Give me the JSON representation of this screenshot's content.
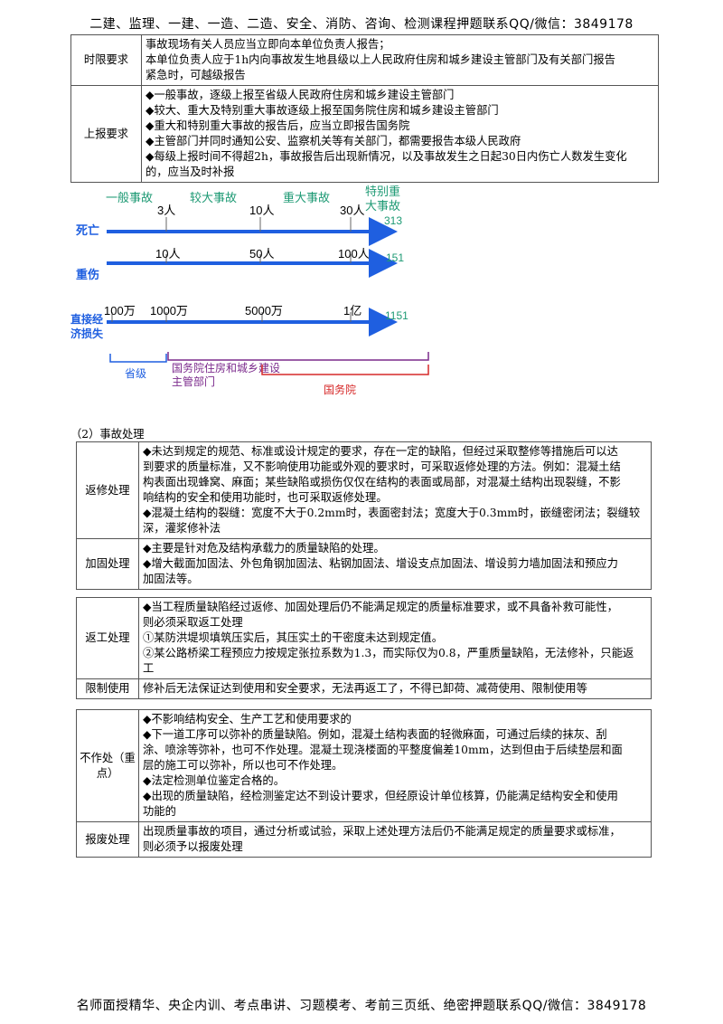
{
  "header": {
    "text": "二建、监理、一建、一造、二造、安全、消防、咨询、检测课程押题联系QQ/微信：3849178"
  },
  "footer": {
    "text": "名师面授精华、央企内训、考点串讲、习题模考、考前三页纸、绝密押题联系QQ/微信：3849178"
  },
  "table1": {
    "rows": [
      {
        "label": "时限要求",
        "lines": [
          "事故现场有关人员应当立即向本单位负责人报告；",
          "本单位负责人应于1h内向事故发生地县级以上人民政府住房和城乡建设主管部门及有关部门报告",
          "紧急时，可越级报告"
        ]
      },
      {
        "label": "上报要求",
        "lines": [
          "◆一般事故，逐级上报至省级人民政府住房和城乡建设主管部门",
          "◆较大、重大及特别重大事故逐级上报至国务院住房和城乡建设主管部门",
          "◆重大和特别重大事故的报告后，应当立即报告国务院",
          "◆主管部门并同时通知公安、监察机关等有关部门，都需要报告本级人民政府",
          "◆每级上报时间不得超2h，事故报告后出现新情况，以及事故发生之日起30日内伤亡人数发生变化",
          "的，应当及时补报"
        ]
      }
    ]
  },
  "diagram": {
    "levels": [
      "一般事故",
      "较大事故",
      "重大事故",
      "特别重",
      "大事故"
    ],
    "rows": [
      {
        "name": "死亡",
        "ticks": [
          "3人",
          "10人",
          "30人"
        ],
        "end": "313"
      },
      {
        "name": "重伤",
        "ticks": [
          "10人",
          "50人",
          "100人"
        ],
        "end": "151"
      },
      {
        "name1": "直接经",
        "name2": "济损失",
        "ticks": [
          "100万",
          "1000万",
          "5000万",
          "1亿"
        ],
        "end": "1151"
      }
    ],
    "brackets": {
      "province": "省级",
      "housing1": "国务院住房和城乡建设",
      "housing2": "主管部门",
      "council": "国务院"
    },
    "colors": {
      "blue": "#1f5fe0",
      "green": "#1e9a74",
      "purple": "#7b2a8c",
      "red": "#d62828"
    }
  },
  "section2": {
    "title": "（2）事故处理"
  },
  "table2": {
    "rows": [
      {
        "label": "返修处理",
        "lines": [
          "◆未达到规定的规范、标准或设计规定的要求，存在一定的缺陷，但经过采取整修等措施后可以达",
          "到要求的质量标准，又不影响使用功能或外观的要求时，可采取返修处理的方法。例如：混凝土结",
          "构表面出现蜂窝、麻面；某些缺陷或损伤仅仅在结构的表面或局部，对混凝土结构出现裂缝，不影",
          "响结构的安全和使用功能时，也可采取返修处理。",
          "◆混凝土结构的裂缝：宽度不大于0.2mm时，表面密封法；宽度大于0.3mm时，嵌缝密闭法；裂缝较",
          "深，灌浆修补法"
        ]
      },
      {
        "label": "加固处理",
        "lines": [
          "◆主要是针对危及结构承载力的质量缺陷的处理。",
          "◆增大截面加固法、外包角钢加固法、粘钢加固法、增设支点加固法、增设剪力墙加固法和预应力",
          "加固法等。"
        ]
      }
    ]
  },
  "table3": {
    "rows": [
      {
        "label": "返工处理",
        "lines": [
          "◆当工程质量缺陷经过返修、加固处理后仍不能满足规定的质量标准要求，或不具备补救可能性，",
          "则必须采取返工处理",
          "①某防洪堤坝填筑压实后，其压实土的干密度未达到规定值。",
          "②某公路桥梁工程预应力按规定张拉系数为1.3，而实际仅为0.8，严重质量缺陷，无法修补，只能返",
          "工"
        ]
      },
      {
        "label": "限制使用",
        "lines": [
          "修补后无法保证达到使用和安全要求，无法再返工了，不得已卸荷、减荷使用、限制使用等"
        ]
      }
    ]
  },
  "table4": {
    "rows": [
      {
        "label1": "不作处（重",
        "label2": "点）",
        "lines": [
          "◆不影响结构安全、生产工艺和使用要求的",
          "◆下一道工序可以弥补的质量缺陷。例如，混凝土结构表面的轻微麻面，可通过后续的抹灰、刮",
          "涂、喷涂等弥补，也可不作处理。混凝土现浇楼面的平整度偏差10mm，达到但由于后续垫层和面",
          "层的施工可以弥补，所以也可不作处理。",
          "◆法定检测单位鉴定合格的。",
          "◆出现的质量缺陷，经检测鉴定达不到设计要求，但经原设计单位核算，仍能满足结构安全和使用",
          "功能的"
        ]
      },
      {
        "label": "报废处理",
        "lines": [
          "出现质量事故的项目，通过分析或试验，采取上述处理方法后仍不能满足规定的质量要求或标准，",
          "则必须予以报废处理"
        ]
      }
    ]
  }
}
